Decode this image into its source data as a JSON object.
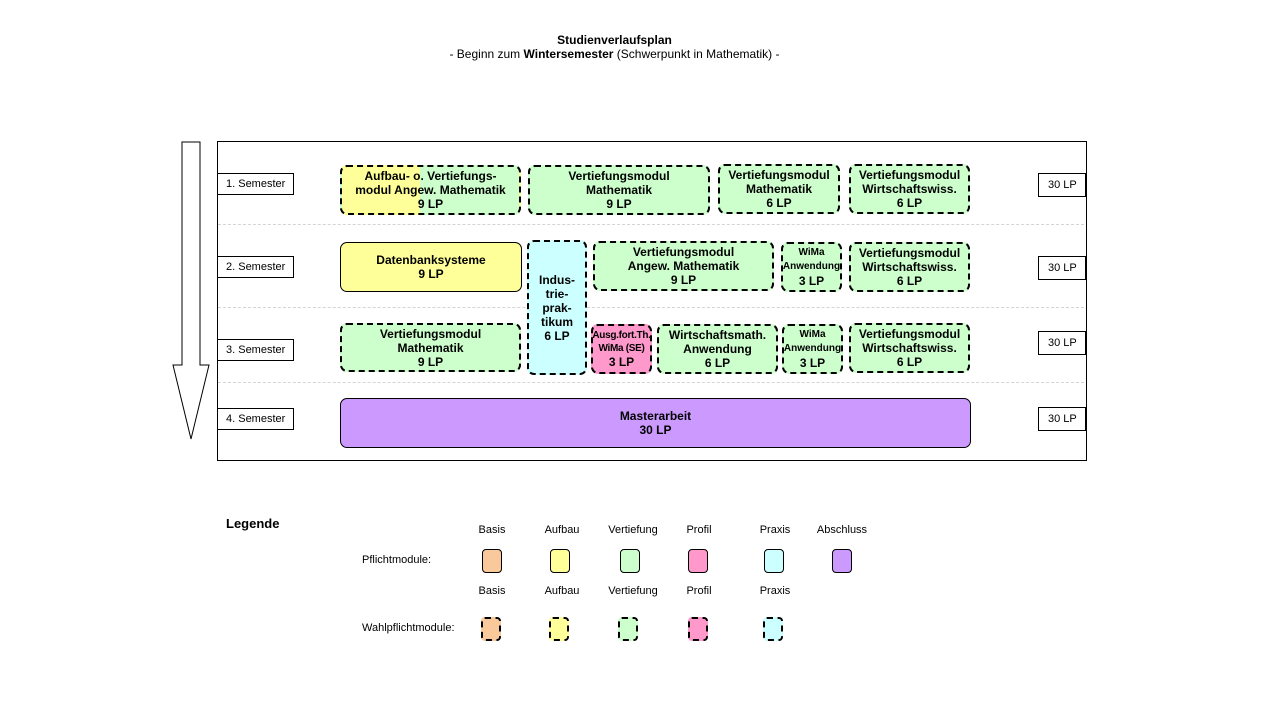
{
  "title": {
    "line1": "Studienverlaufsplan",
    "line2_prefix": "- Beginn zum ",
    "line2_bold": "Wintersemester",
    "line2_suffix": " (Schwerpunkt in Mathematik) -"
  },
  "semesters": [
    {
      "label": "1. Semester",
      "lp": "30 LP"
    },
    {
      "label": "2. Semester",
      "lp": "30 LP"
    },
    {
      "label": "3. Semester",
      "lp": "30 LP"
    },
    {
      "label": "4. Semester",
      "lp": "30 LP"
    }
  ],
  "modules": {
    "m1": {
      "line1": "Aufbau- o. Vertiefungs-",
      "line2": "modul Angew. Mathematik",
      "line3": "9 LP"
    },
    "m2": {
      "line1": "Vertiefungsmodul",
      "line2": "Mathematik",
      "line3": "9 LP"
    },
    "m3": {
      "line1": "Vertiefungsmodul",
      "line2": "Mathematik",
      "line3": "6 LP"
    },
    "m4": {
      "line1": "Vertiefungsmodul",
      "line2": "Wirtschaftswiss.",
      "line3": "6 LP"
    },
    "m5": {
      "line1": "Datenbanksysteme",
      "line2": "9 LP"
    },
    "m6": {
      "line1": "Indus-",
      "line2": "trie-",
      "line3": "prak-",
      "line4": "tikum",
      "line5": "6 LP"
    },
    "m7": {
      "line1": "Vertiefungsmodul",
      "line2": "Angew. Mathematik",
      "line3": "9 LP"
    },
    "m8": {
      "line1": "WiMa",
      "line2": "Anwendung",
      "line3": "3 LP"
    },
    "m9": {
      "line1": "Vertiefungsmodul",
      "line2": "Wirtschaftswiss.",
      "line3": "6 LP"
    },
    "m10": {
      "line1": "Vertiefungsmodul",
      "line2": "Mathematik",
      "line3": "9 LP"
    },
    "m11": {
      "line1": "Ausg.fort.Th.",
      "line2": "WiMa (SE)",
      "line3": "3 LP"
    },
    "m12": {
      "line1": "Wirtschaftsmath.",
      "line2": "Anwendung",
      "line3": "6 LP"
    },
    "m13": {
      "line1": "WiMa",
      "line2": "Anwendung",
      "line3": "3 LP"
    },
    "m14": {
      "line1": "Vertiefungsmodul",
      "line2": "Wirtschaftswiss.",
      "line3": "6 LP"
    },
    "m15": {
      "line1": "Masterarbeit",
      "line2": "30 LP"
    }
  },
  "legend": {
    "title": "Legende",
    "pflicht_label": "Pflichtmodule:",
    "wahl_label": "Wahlpflichtmodule:",
    "pflicht_headers": [
      "Basis",
      "Aufbau",
      "Vertiefung",
      "Profil",
      "Praxis",
      "Abschluss"
    ],
    "wahl_headers": [
      "Basis",
      "Aufbau",
      "Vertiefung",
      "Profil",
      "Praxis"
    ]
  },
  "colors": {
    "basis": "#f9c89b",
    "aufbau": "#ffff99",
    "vertiefung": "#ccffcc",
    "profil": "#ff99cc",
    "praxis": "#ccffff",
    "abschluss": "#cc99ff"
  }
}
